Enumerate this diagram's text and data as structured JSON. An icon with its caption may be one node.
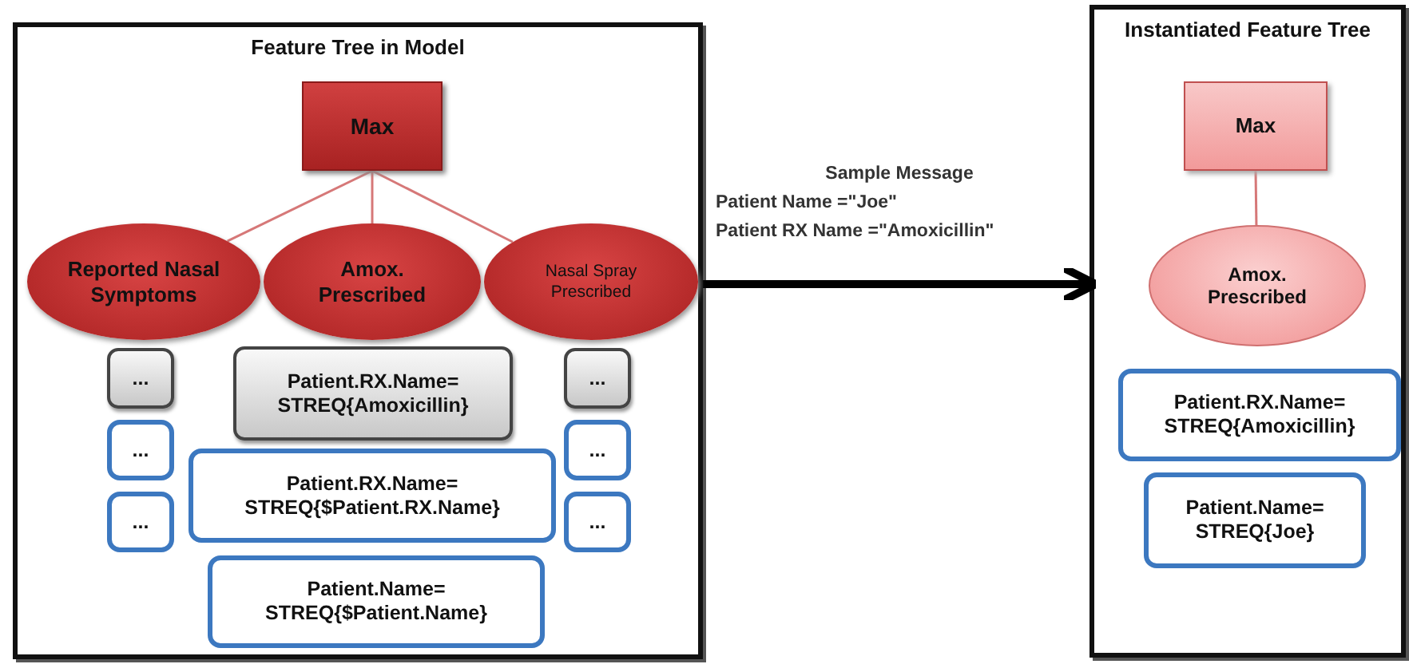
{
  "diagram": {
    "nodes": [
      {
        "text": [
          "Feature Tree in Model"
        ]
      },
      {
        "text": [
          "Max"
        ],
        "in": 0
      },
      {
        "text": [
          "Reported Nasal Symptoms"
        ],
        "in": 0
      },
      {
        "text": [
          "Amox. Prescribed"
        ],
        "in": 0
      },
      {
        "text": [
          "Nasal Spray Prescribed"
        ],
        "in": 0
      },
      {
        "text": [
          "..."
        ],
        "in": 0
      },
      {
        "text": [
          "Patient.RX.Name= STREQ{Amoxicillin}"
        ],
        "in": 0
      },
      {
        "text": [
          "..."
        ],
        "in": 0
      },
      {
        "text": [
          "..."
        ],
        "in": 0
      },
      {
        "text": [
          "Patient.RX.Name= STREQ{$Patient.RX.Name}"
        ],
        "in": 0
      },
      {
        "text": [
          "..."
        ],
        "in": 0
      },
      {
        "text": [
          "..."
        ],
        "in": 0
      },
      {
        "text": [
          "..."
        ],
        "in": 0
      },
      {
        "text": [
          "Patient.Name= STREQ{$Patient.Name}"
        ],
        "in": 0
      },
      {
        "text": [
          "Instantiated Feature Tree"
        ]
      },
      {
        "text": [
          "Max"
        ],
        "in": 14
      },
      {
        "text": [
          "Amox. Prescribed"
        ],
        "in": 14
      },
      {
        "text": [
          "Patient.RX.Name= STREQ{Amoxicillin}"
        ],
        "in": 14
      },
      {
        "text": [
          "Patient.Name= STREQ{Joe}"
        ],
        "in": 14
      }
    ],
    "edges": [
      {
        "from": 1,
        "to": 2,
        "arrow": "none"
      },
      {
        "from": 1,
        "to": 3,
        "arrow": "none"
      },
      {
        "from": 1,
        "to": 4,
        "arrow": "none"
      },
      {
        "from": 15,
        "to": 16,
        "arrow": "none"
      },
      {
        "from": 0,
        "to": 14,
        "arrow": "to",
        "style": "thick",
        "color": "#000000"
      }
    ],
    "labels": [
      "Sample Message",
      "Patient Name =\"Joe\"",
      "Patient RX Name =\"Amoxicillin\""
    ]
  }
}
